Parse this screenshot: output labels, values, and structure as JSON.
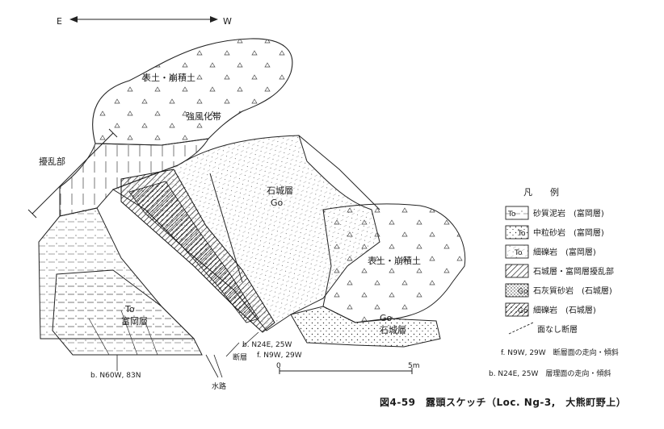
{
  "orientation": {
    "east": "E",
    "west": "W"
  },
  "units": {
    "topsoil_top": "表土・崩積土",
    "strongly_weathered": "強風化帯",
    "disturbed_zone": "擾乱部",
    "ishiki_formation": "石城層",
    "go_label_main": "Go",
    "topsoil_right": "表土・崩積土",
    "to_label": "To",
    "tomioka_formation": "富岡層",
    "go_label_lower": "Go",
    "ishiki_formation_lower": "石城層"
  },
  "annotations": {
    "bedding_a": "b. N24E, 25W",
    "fault": "断層",
    "fault_attitude": "f. N9W, 29W",
    "bedding_b": "b. N60W, 83N",
    "waterway": "水路"
  },
  "scale_bar": {
    "start": "0",
    "end": "5m"
  },
  "legend": {
    "title": "凡　　例",
    "items": [
      {
        "code": "To",
        "text": "砂質泥岩　(富岡層)"
      },
      {
        "code": "To",
        "text": "中粒砂岩　(富岡層)"
      },
      {
        "code": "To",
        "text": "細礫岩　(富岡層)"
      },
      {
        "code": "",
        "text": "石城層・富岡層擾乱部"
      },
      {
        "code": "Go",
        "text": "石灰質砂岩　(石城層)"
      },
      {
        "code": "Go",
        "text": "細礫岩　(石城層)"
      }
    ],
    "fault_line_label": "面なし断層",
    "fault_symbol_note": "f. N9W, 29W　断層面の走向・傾斜",
    "bedding_symbol_note": "b. N24E, 25W　層理面の走向・傾斜"
  },
  "caption": "図4-59　露頭スケッチ（Loc. Ng-3,　大熊町野上）"
}
